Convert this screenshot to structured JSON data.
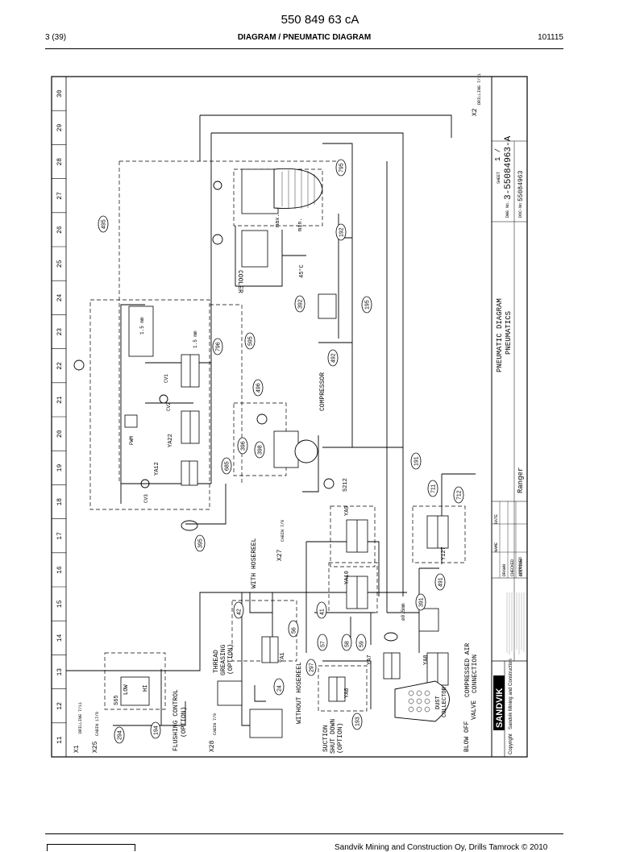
{
  "header": {
    "doc_number": "550 849 63 cA",
    "page": "3 (39)",
    "title": "DIAGRAM / PNEUMATIC DIAGRAM",
    "date_code": "101115"
  },
  "footer": {
    "publisher": "Sandvik Mining and Construction Oy, Drills Tamrock © 2010"
  },
  "diagram": {
    "column_numbers": [
      "11",
      "12",
      "13",
      "14",
      "15",
      "16",
      "17",
      "18",
      "19",
      "20",
      "21",
      "22",
      "23",
      "24",
      "25",
      "26",
      "27",
      "28",
      "29",
      "30"
    ],
    "connectors": {
      "x1": "X1",
      "x1_ref": "DRILLING 7/11",
      "x25": "X25",
      "x25_ref": "CABIN 17/9",
      "x28": "X28",
      "x28_ref": "CABIN 7/9",
      "x27": "X27",
      "x27_ref": "CABIN 7/9",
      "x2": "X2",
      "x2_ref": "DRILLING 7/11"
    },
    "component_ids": [
      "294",
      "194",
      "24",
      "297",
      "193",
      "42",
      "56",
      "41",
      "57",
      "58",
      "59",
      "391",
      "491",
      "711",
      "712",
      "191",
      "395",
      "685",
      "398",
      "396",
      "496",
      "796",
      "595",
      "492",
      "392",
      "195",
      "192",
      "495",
      "795"
    ],
    "labels": {
      "flushing": "FLUSHING CONTROL",
      "option": "(OPTION)",
      "thread": "THREAD",
      "greasing": "GREASING",
      "with_hosereel": "WITH HOSEREEL",
      "without_hosereel": "WITHOUT HOSEREEL",
      "suction": "SUCTION",
      "shut_down": "SHUT DOWN",
      "blow_off": "BLOW OFF",
      "compressed_air": "COMPRESSED AIR",
      "connection": "CONNECTION",
      "valve": "VALVE",
      "dust": "DUST",
      "collector": "COLLECTOR",
      "compressor": "COMPRESSOR",
      "cooler": "COOLER",
      "max": "max.",
      "min": "min.",
      "temp": "45°C",
      "s65": "S65",
      "low": "LOW",
      "hi": "HI",
      "s212": "S212",
      "ya1": "YA1",
      "ya6": "YA6",
      "ya7": "YA7",
      "ya8": "YA8",
      "ya9": "YA9",
      "ya10": "YA10",
      "ya12": "YA12",
      "ya22": "YA22",
      "y127": "Y127",
      "cv1": "CV1",
      "cv2": "CV2",
      "cv3": "CV3",
      "pwm": "PWM",
      "orifice1": "1.5 mm",
      "orifice2": "1.5 mm",
      "orifice3": "ø0.5mm"
    },
    "title_block": {
      "logo": "SANDVIK",
      "company": "Sandvik Mining and Construction",
      "copyright": "Copyright",
      "drawing_title1": "PNEUMATIC DIAGRAM",
      "drawing_title2": "PNEUMATICS",
      "machine": "Ranger",
      "drawing_no": "3-55084963-A",
      "doc_no": "55084963",
      "sheet": "1 /",
      "date_hdr": "DATE",
      "name_hdr": "NAME",
      "drawn": "DRAWN",
      "checked": "CHECKED",
      "approved": "APPROVED",
      "sheet_hdr": "SHEET",
      "dwg_hdr": "DWG No.",
      "doc_hdr": "DOC-No",
      "edition": "EDITION"
    }
  }
}
